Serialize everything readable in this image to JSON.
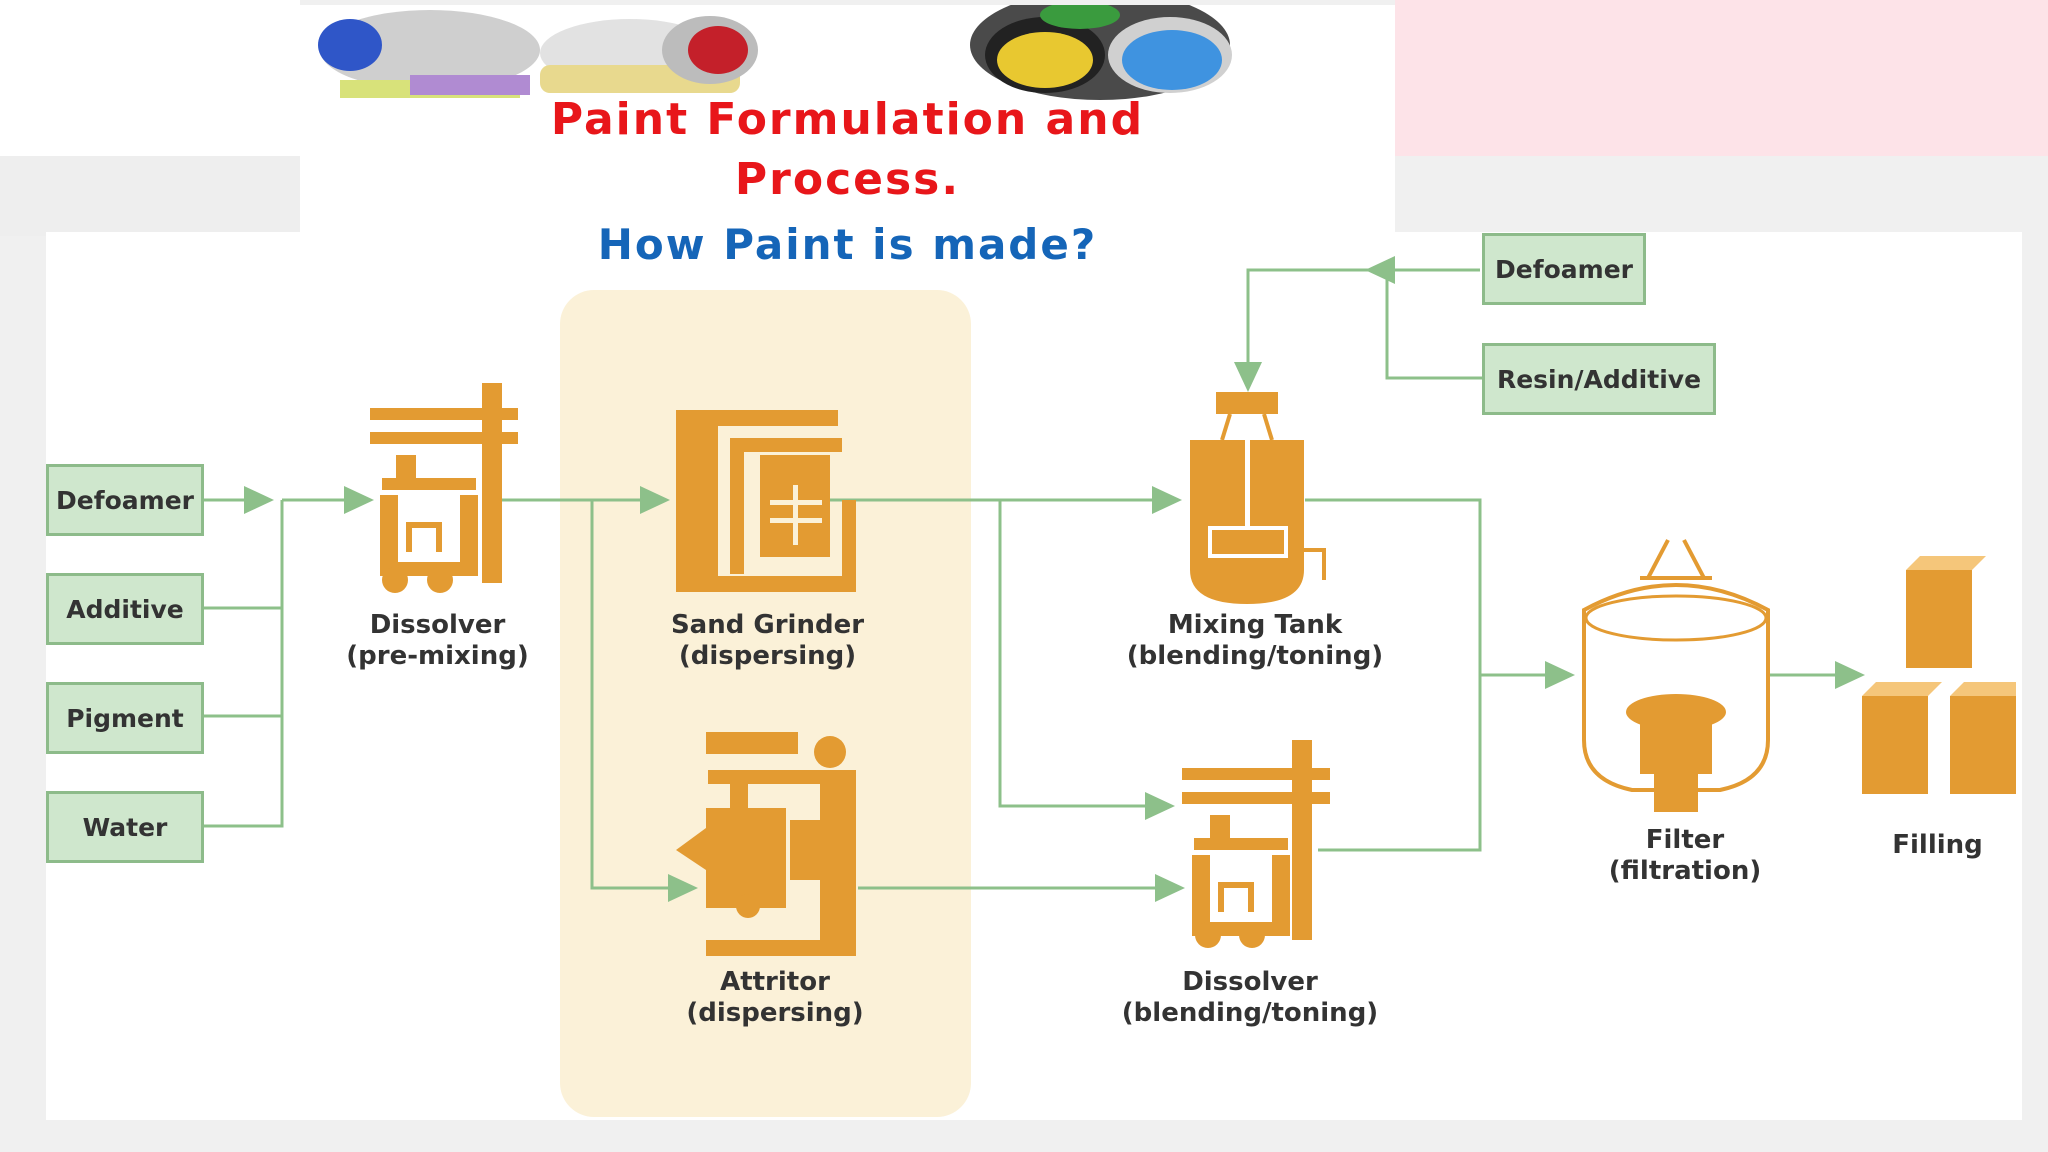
{
  "title": {
    "line1": "Paint Formulation and",
    "line2": "Process.",
    "subtitle": "How Paint is made?"
  },
  "inputs": {
    "defoamer": "Defoamer",
    "additive": "Additive",
    "pigment": "Pigment",
    "water": "Water"
  },
  "tank_inputs": {
    "defoamer": "Defoamer",
    "resin_additive": "Resin/Additive"
  },
  "steps": {
    "dissolver_pre": {
      "name": "Dissolver",
      "stage": "(pre-mixing)"
    },
    "sand_grinder": {
      "name": "Sand Grinder",
      "stage": "(dispersing)"
    },
    "attritor": {
      "name": "Attritor",
      "stage": "(dispersing)"
    },
    "mixing_tank": {
      "name": "Mixing Tank",
      "stage": "(blending/toning)"
    },
    "dissolver_blend": {
      "name": "Dissolver",
      "stage": "(blending/toning)"
    },
    "filter": {
      "name": "Filter",
      "stage": "(filtration)"
    },
    "filling": {
      "name": "Filling"
    }
  },
  "colors": {
    "equipment": "#e39b32",
    "flow_line": "#8dc08a",
    "input_box": "#cfe7cd",
    "highlight": "#fbf1d8",
    "title_red": "#e8161a",
    "title_blue": "#1565b8"
  }
}
